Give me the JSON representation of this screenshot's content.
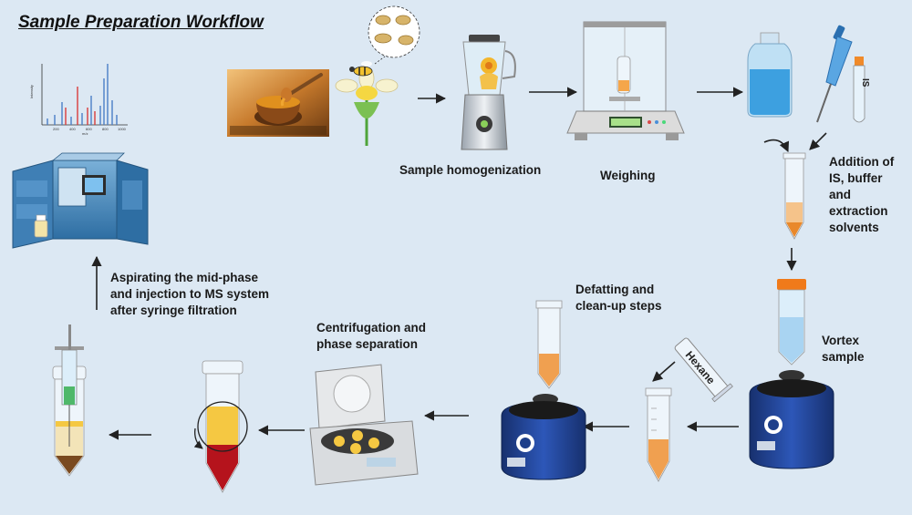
{
  "title": "Sample Preparation Workflow",
  "labels": {
    "homogenization": "Sample homogenization",
    "weighing": "Weighing",
    "addition": [
      "Addition of",
      "IS, buffer",
      "and",
      "extraction",
      "solvents"
    ],
    "vortex": [
      "Vortex",
      "sample"
    ],
    "defatting": [
      "Defatting and",
      "clean-up steps"
    ],
    "centrifugation": [
      "Centrifugation and",
      "phase separation"
    ],
    "aspirating": [
      "Aspirating the mid-phase",
      "and injection to MS system",
      "after syringe filtration"
    ]
  },
  "tube_labels": {
    "is": "IS",
    "hexane": "Hexane"
  },
  "spectrum": {
    "x_label": "m/z",
    "y_label": "Intensity",
    "ticks": [
      "200",
      "400",
      "600",
      "800",
      "1000"
    ]
  },
  "colors": {
    "background": "#dce8f3",
    "arrow": "#222222",
    "orange_liquid": "#f0a050",
    "blue_liquid": "#3da0e0",
    "vortex_body": "#1e3f8a"
  }
}
